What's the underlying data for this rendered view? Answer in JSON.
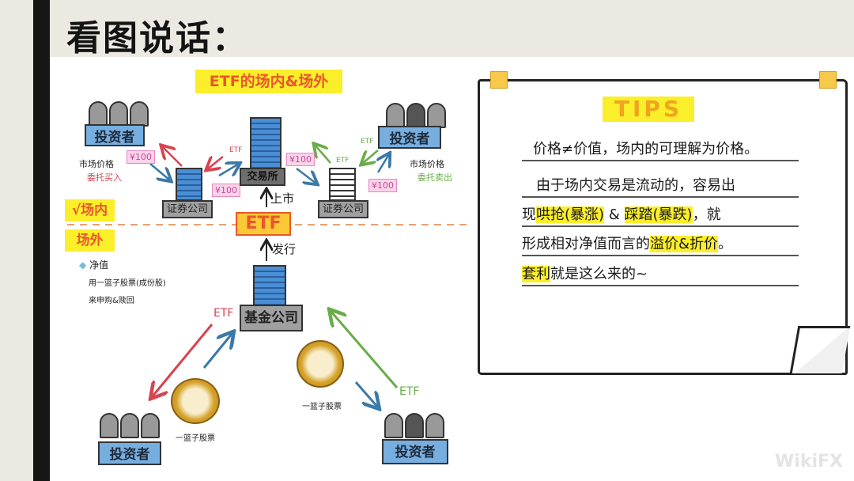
{
  "header": {
    "title": "看图说话："
  },
  "diagram": {
    "banner": "ETF的场内&场外",
    "zone_in": "√场内",
    "zone_out": "场外",
    "investor": "投资者",
    "broker": "证券公司",
    "exchange": "交易所",
    "fund": "基金公司",
    "etf_box": "ETF",
    "listing": "上市",
    "issue": "发行",
    "money": "¥100",
    "etf_tag": "ETF",
    "market_price": "市场价格",
    "buy_order": "委托买入",
    "sell_order": "委托卖出",
    "nav_title": "净值",
    "nav_line1": "用一篮子股票(成份股)",
    "nav_line2": "来申购&赎回",
    "basket": "一篮子股票",
    "colors": {
      "buy": "#d8434f",
      "sell": "#6aab4a",
      "flow": "#3a79a8",
      "accent": "#e8572a",
      "highlight": "#fbee2a"
    }
  },
  "tips": {
    "title": "TIPS",
    "line1": "价格≠价值，场内的可理解为价格。",
    "line2": "由于场内交易是流动的，容易出",
    "line3_a": "现",
    "line3_b": "哄抢(暴涨)",
    "line3_c": " & ",
    "line3_d": "踩踏(暴跌)",
    "line3_e": "，就",
    "line4_a": "形成相对净值而言的",
    "line4_b": "溢价&折价",
    "line4_c": "。",
    "line5_a": "套利",
    "line5_b": "就是这么来的~"
  },
  "watermark": "WikiFX"
}
